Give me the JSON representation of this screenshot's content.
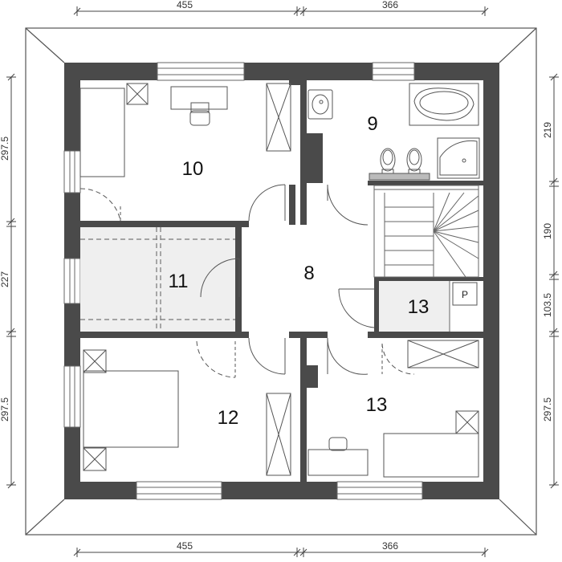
{
  "dimensions": {
    "top": [
      "455",
      "366"
    ],
    "bottom": [
      "455",
      "366"
    ],
    "left": [
      "297.5",
      "227",
      "297.5"
    ],
    "right": [
      "219",
      "190",
      "103.5",
      "297.5"
    ]
  },
  "rooms": {
    "r10": "10",
    "r9": "9",
    "r8": "8",
    "r11": "11",
    "r13a": "13",
    "r12": "12",
    "r13b": "13",
    "pantry": "P"
  },
  "colors": {
    "wall": "#4a4a4a",
    "line": "#555555",
    "corridor": "#efefef"
  }
}
